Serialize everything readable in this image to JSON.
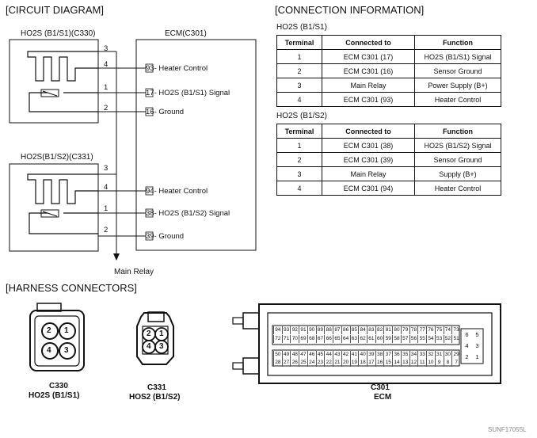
{
  "circuit": {
    "title": "[CIRCUIT DIAGRAM]",
    "ecm_label": "ECM(C301)",
    "sensor1": {
      "label": "HO2S (B1/S1)(C330)",
      "pins": [
        "3",
        "4",
        "1",
        "2"
      ],
      "ecm_pins": [
        "93",
        "17",
        "16"
      ],
      "ecm_texts": [
        "- Heater Control",
        "- HO2S (B1/S1) Signal",
        "- Ground"
      ]
    },
    "sensor2": {
      "label": "HO2S(B1/S2)(C331)",
      "pins": [
        "3",
        "4",
        "1",
        "2"
      ],
      "ecm_pins": [
        "94",
        "38",
        "39"
      ],
      "ecm_texts": [
        "- Heater Control",
        "- HO2S (B1/S2) Signal",
        "- Ground"
      ]
    },
    "main_relay": "Main Relay"
  },
  "connection": {
    "title": "[CONNECTION INFORMATION]",
    "headers": [
      "Terminal",
      "Connected to",
      "Function"
    ],
    "tables": [
      {
        "label": "HO2S (B1/S1)",
        "rows": [
          [
            "1",
            "ECM C301 (17)",
            "HO2S (B1/S1) Signal"
          ],
          [
            "2",
            "ECM C301 (16)",
            "Sensor Ground"
          ],
          [
            "3",
            "Main Relay",
            "Power Supply (B+)"
          ],
          [
            "4",
            "ECM C301 (93)",
            "Heater Control"
          ]
        ]
      },
      {
        "label": "HO2S (B1/S2)",
        "rows": [
          [
            "1",
            "ECM C301 (38)",
            "HO2S (B1/S2) Signal"
          ],
          [
            "2",
            "ECM C301 (39)",
            "Sensor Ground"
          ],
          [
            "3",
            "Main Relay",
            "Supply (B+)"
          ],
          [
            "4",
            "ECM C301 (94)",
            "Heater Control"
          ]
        ]
      }
    ]
  },
  "harness": {
    "title": "[HARNESS CONNECTORS]",
    "c330": {
      "pins": [
        "2",
        "1",
        "4",
        "3"
      ],
      "code": "C330",
      "name": "HO2S (B1/S1)"
    },
    "c331": {
      "pins": [
        "2",
        "1",
        "4",
        "3"
      ],
      "code": "C331",
      "name": "HOS2 (B1/S2)"
    },
    "c301": {
      "code": "C301",
      "name": "ECM",
      "row1": [
        "94",
        "93",
        "92",
        "91",
        "90",
        "89",
        "88",
        "87",
        "86",
        "85",
        "84",
        "83",
        "82",
        "81",
        "80",
        "79",
        "78",
        "77",
        "76",
        "75",
        "74",
        "73"
      ],
      "row2": [
        "72",
        "71",
        "70",
        "69",
        "68",
        "67",
        "66",
        "65",
        "64",
        "63",
        "62",
        "61",
        "60",
        "59",
        "58",
        "57",
        "56",
        "55",
        "54",
        "53",
        "52",
        "51"
      ],
      "row3": [
        "50",
        "49",
        "48",
        "47",
        "46",
        "45",
        "44",
        "43",
        "42",
        "41",
        "40",
        "39",
        "38",
        "37",
        "36",
        "35",
        "34",
        "33",
        "32",
        "31",
        "30",
        "29"
      ],
      "row4": [
        "28",
        "27",
        "26",
        "25",
        "24",
        "23",
        "22",
        "21",
        "20",
        "19",
        "18",
        "17",
        "16",
        "15",
        "14",
        "13",
        "12",
        "11",
        "10",
        "9",
        "8",
        "7"
      ],
      "side_pins": [
        "6",
        "5",
        "4",
        "3",
        "2",
        "1"
      ]
    }
  },
  "code": "SUNF17055L"
}
